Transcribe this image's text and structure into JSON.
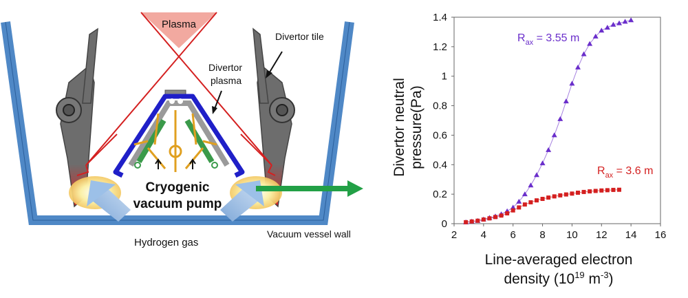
{
  "diagram": {
    "plasma_label": "Plasma",
    "divertor_tile_label": "Divertor tile",
    "divertor_plasma_label_line1": "Divertor",
    "divertor_plasma_label_line2": "plasma",
    "pump_label_line1": "Cryogenic",
    "pump_label_line2": "vacuum pump",
    "hydrogen_gas_label": "Hydrogen gas",
    "vessel_wall_label": "Vacuum vessel wall",
    "colors": {
      "vessel_wall": "#4f88c6",
      "plasma_line": "#d42020",
      "pump_frame": "#1f1fc8",
      "cryopanel": "#3a9a4a",
      "shield": "#e0a020",
      "gas": "#f7e27a",
      "arrow": "#22a046",
      "tile": "#6d6d6d"
    }
  },
  "chart_data": {
    "type": "scatter",
    "xlabel_line1": "Line-averaged electron",
    "xlabel_line2": "density (10",
    "xlabel_sup": "19",
    "xlabel_mid": " m",
    "xlabel_sup2": "-3",
    "xlabel_end": ")",
    "ylabel_line1": "Divertor neutral",
    "ylabel_line2": "pressure(Pa)",
    "xlim": [
      2,
      16
    ],
    "ylim": [
      0,
      1.4
    ],
    "xticks": [
      "2",
      "4",
      "6",
      "8",
      "10",
      "12",
      "14",
      "16"
    ],
    "yticks": [
      "0",
      "0.2",
      "0.4",
      "0.6",
      "0.8",
      "1",
      "1.2",
      "1.4"
    ],
    "series": [
      {
        "name": "R",
        "name_sub": "ax",
        "name_rest": " = 3.55 m",
        "color": "#6a2ecb",
        "marker": "triangle",
        "x": [
          2.8,
          3.2,
          3.6,
          4.0,
          4.4,
          4.8,
          5.2,
          5.6,
          6.0,
          6.4,
          6.8,
          7.2,
          7.6,
          8.0,
          8.4,
          8.8,
          9.2,
          9.6,
          10.0,
          10.4,
          10.8,
          11.2,
          11.6,
          12.0,
          12.4,
          12.8,
          13.2,
          13.6,
          14.0
        ],
        "y": [
          0.01,
          0.015,
          0.02,
          0.03,
          0.04,
          0.05,
          0.065,
          0.085,
          0.11,
          0.15,
          0.2,
          0.26,
          0.33,
          0.41,
          0.5,
          0.6,
          0.71,
          0.83,
          0.95,
          1.06,
          1.15,
          1.22,
          1.27,
          1.31,
          1.33,
          1.35,
          1.36,
          1.37,
          1.38
        ]
      },
      {
        "name": "R",
        "name_sub": "ax",
        "name_rest": " = 3.6 m",
        "color": "#d42020",
        "marker": "square",
        "x": [
          2.8,
          3.2,
          3.6,
          4.0,
          4.4,
          4.8,
          5.2,
          5.6,
          6.0,
          6.4,
          6.8,
          7.2,
          7.6,
          8.0,
          8.4,
          8.8,
          9.2,
          9.6,
          10.0,
          10.4,
          10.8,
          11.2,
          11.6,
          12.0,
          12.4,
          12.8,
          13.2
        ],
        "y": [
          0.01,
          0.015,
          0.02,
          0.028,
          0.036,
          0.045,
          0.055,
          0.07,
          0.09,
          0.11,
          0.13,
          0.145,
          0.158,
          0.168,
          0.177,
          0.185,
          0.192,
          0.198,
          0.204,
          0.21,
          0.215,
          0.219,
          0.222,
          0.225,
          0.227,
          0.229,
          0.23
        ]
      }
    ]
  }
}
